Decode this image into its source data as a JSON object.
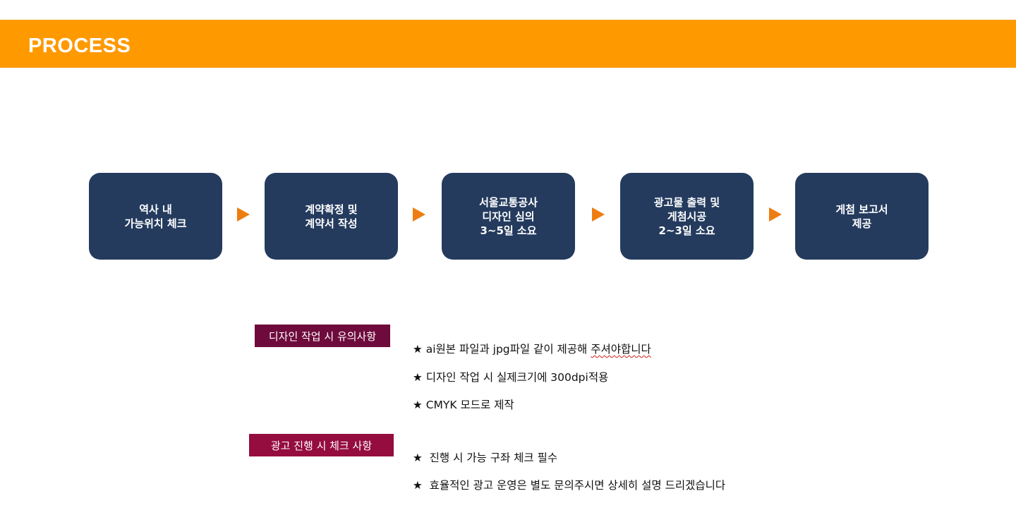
{
  "header": {
    "title": "PROCESS",
    "background": "#ff9900"
  },
  "process_steps": [
    {
      "text": "역사 내\n가능위치 체크"
    },
    {
      "text": "계약확정 및\n계약서 작성"
    },
    {
      "text": "서울교통공사\n디자인 심의\n3~5일 소요"
    },
    {
      "text": "광고물 출력 및\n게첨시공\n2~3일 소요"
    },
    {
      "text": "게첨 보고서\n제공"
    }
  ],
  "colors": {
    "step_box": "#243b5e",
    "arrow": "#ed7d11",
    "label_1": "#6e0b3c",
    "label_2": "#950c3f"
  },
  "sections": [
    {
      "label": "디자인 작업 시 유의사항",
      "notes": [
        {
          "star": "★",
          "pre": " ai원본 파일과 jpg파일 같이 제공해 ",
          "marked": "주셔야합니다"
        },
        {
          "star": "★",
          "pre": " 디자인 작업 시 실제크기에 300dpi적용",
          "marked": ""
        },
        {
          "star": "★",
          "pre": " CMYK 모드로 제작",
          "marked": ""
        }
      ]
    },
    {
      "label": "광고 진행 시 체크 사항",
      "notes": [
        {
          "star": "★",
          "pre": "  진행 시 가능 구좌 체크 필수",
          "marked": ""
        },
        {
          "star": "★",
          "pre": "  효율적인 광고 운영은 별도 문의주시면 상세히 설명 드리겠습니다",
          "marked": ""
        }
      ]
    }
  ]
}
